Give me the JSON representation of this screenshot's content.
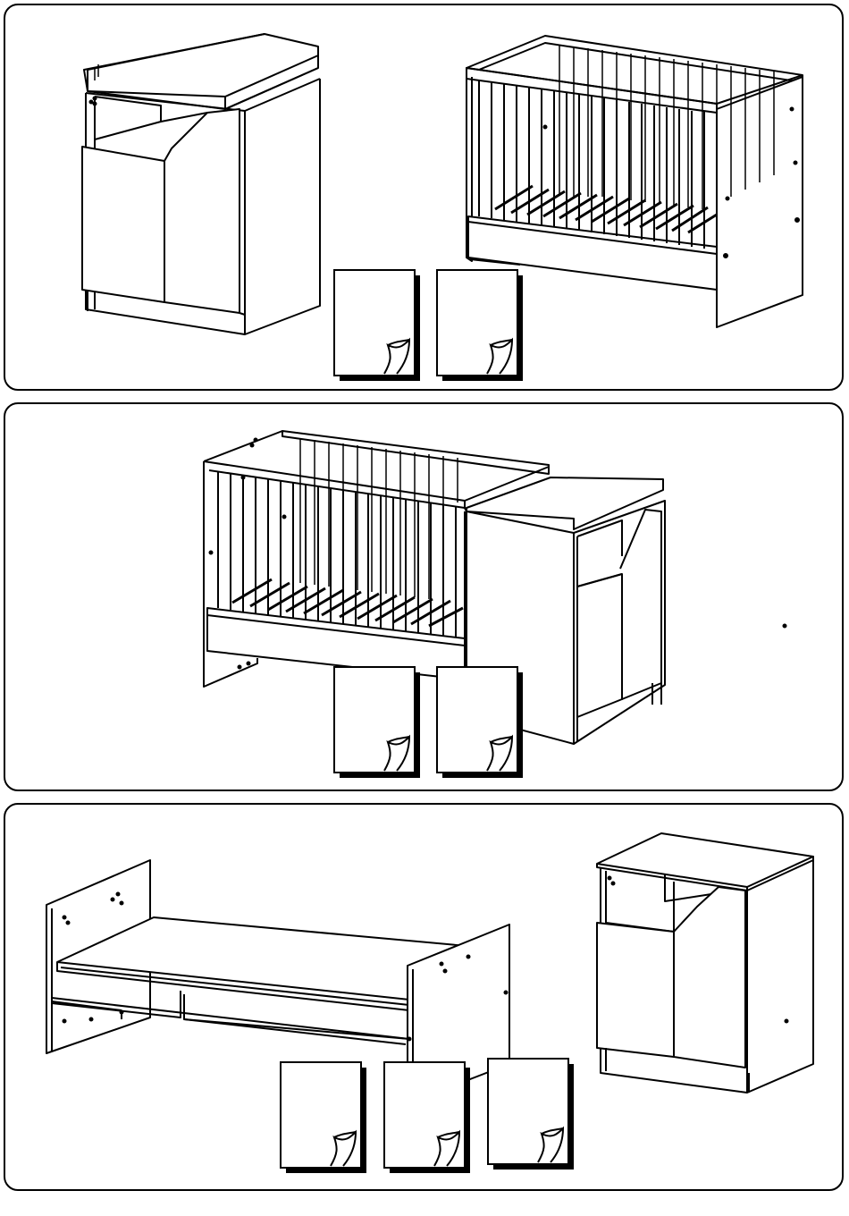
{
  "page": {
    "panels": [
      {
        "id": "panel-1",
        "shows": [
          "changing-dresser",
          "crib"
        ],
        "manual_icons": 2
      },
      {
        "id": "panel-2",
        "shows": [
          "combined-crib-with-dresser"
        ],
        "manual_icons": 2
      },
      {
        "id": "panel-3",
        "shows": [
          "junior-bed",
          "dresser"
        ],
        "manual_icons": 3
      }
    ],
    "icons": {
      "manual": "instruction-booklet-icon"
    },
    "colors": {
      "line": "#000000",
      "background": "#ffffff"
    }
  }
}
